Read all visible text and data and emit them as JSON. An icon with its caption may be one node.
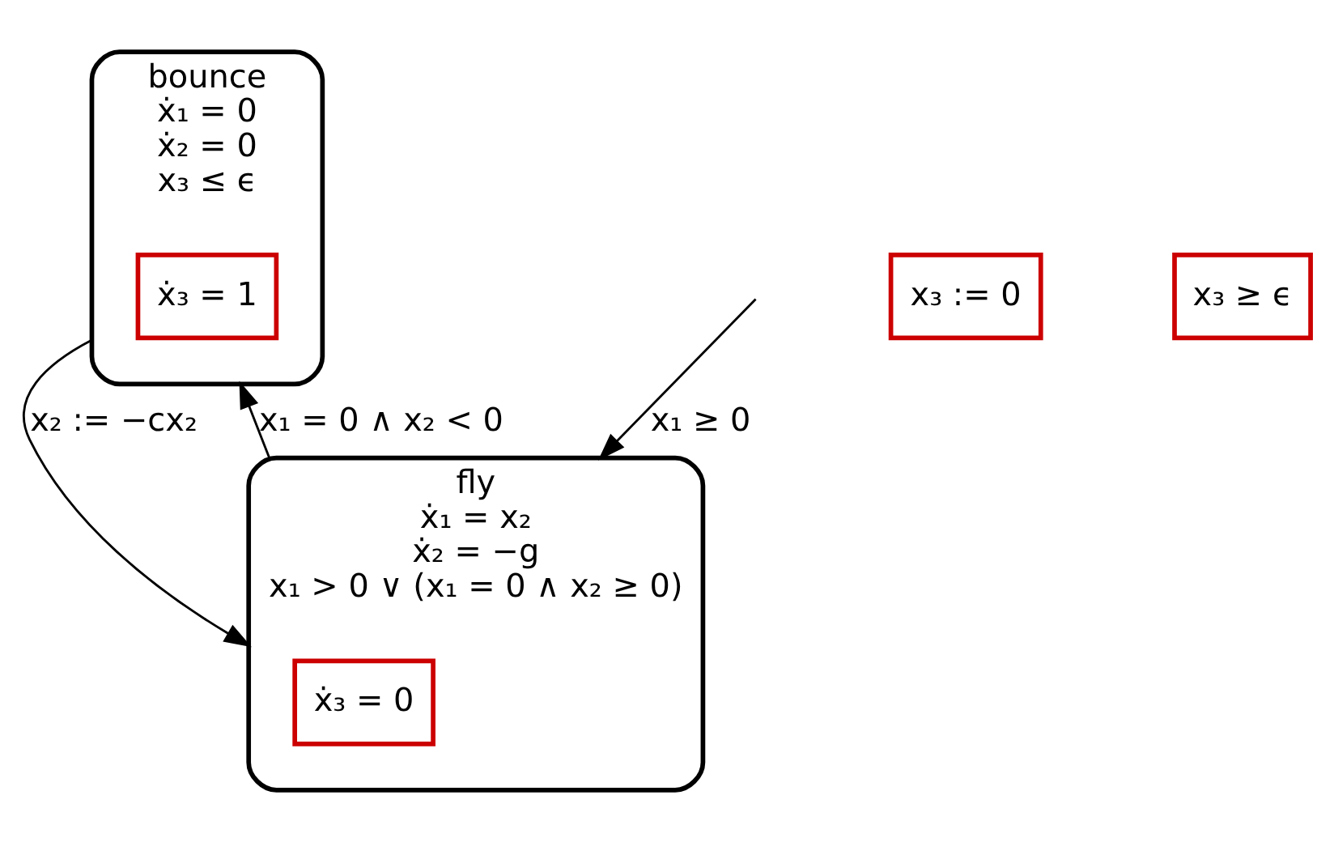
{
  "diagram": {
    "nodes": [
      {
        "text": [
          "bounce",
          "ẋ₁ = 0",
          "ẋ₂ = 0",
          "x₃ ≤ ϵ"
        ]
      },
      {
        "text": [
          "ẋ₃ = 1"
        ],
        "in": 0
      },
      {
        "text": [
          "fly",
          "ẋ₁ = x₂",
          "ẋ₂ = −g",
          "x₁ > 0 ∨ (x₁ = 0 ∧ x₂ ≥ 0)"
        ]
      },
      {
        "text": [
          "ẋ₃ = 0"
        ],
        "in": 2
      },
      {
        "text": [
          "x₃ := 0"
        ]
      },
      {
        "text": [
          "x₃ ≥ ϵ"
        ]
      }
    ],
    "edges": [
      {
        "from": 0,
        "to": 2,
        "arrow": "to",
        "label": "x₂ := −cx₂"
      },
      {
        "from": 2,
        "to": 0,
        "arrow": "to",
        "label": "x₁ = 0 ∧ x₂ < 0"
      },
      {
        "from": null,
        "to": 2,
        "arrow": "to",
        "label": "x₁ ≥ 0"
      }
    ]
  }
}
